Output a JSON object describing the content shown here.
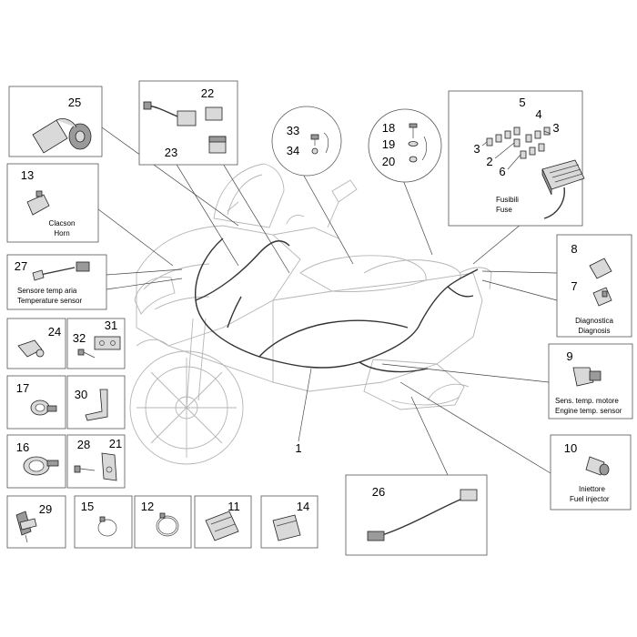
{
  "diagram": {
    "callouts": {
      "n25": "25",
      "n22": "22",
      "n23": "23",
      "n33": "33",
      "n34": "34",
      "n18": "18",
      "n19": "19",
      "n20": "20",
      "n5": "5",
      "n4": "4",
      "n3a": "3",
      "n3b": "3",
      "n2": "2",
      "n6": "6",
      "n13": "13",
      "n27": "27",
      "n24": "24",
      "n31": "31",
      "n32": "32",
      "n17": "17",
      "n30": "30",
      "n16": "16",
      "n28": "28",
      "n21": "21",
      "n29": "29",
      "n15": "15",
      "n12": "12",
      "n11": "11",
      "n14": "14",
      "n8": "8",
      "n7": "7",
      "n9": "9",
      "n10": "10",
      "n26": "26",
      "n1": "1"
    },
    "captions": {
      "fuse_it": "Fusibili",
      "fuse_en": "Fuse",
      "horn_it": "Clacson",
      "horn_en": "Horn",
      "temp_air_it": "Sensore temp aria",
      "temp_air_en": "Temperature sensor",
      "diag_it": "Diagnostica",
      "diag_en": "Diagnosis",
      "engine_temp_it": "Sens. temp. motore",
      "engine_temp_en": "Engine temp. sensor",
      "injector_it": "Iniettore",
      "injector_en": "Fuel injector"
    }
  }
}
